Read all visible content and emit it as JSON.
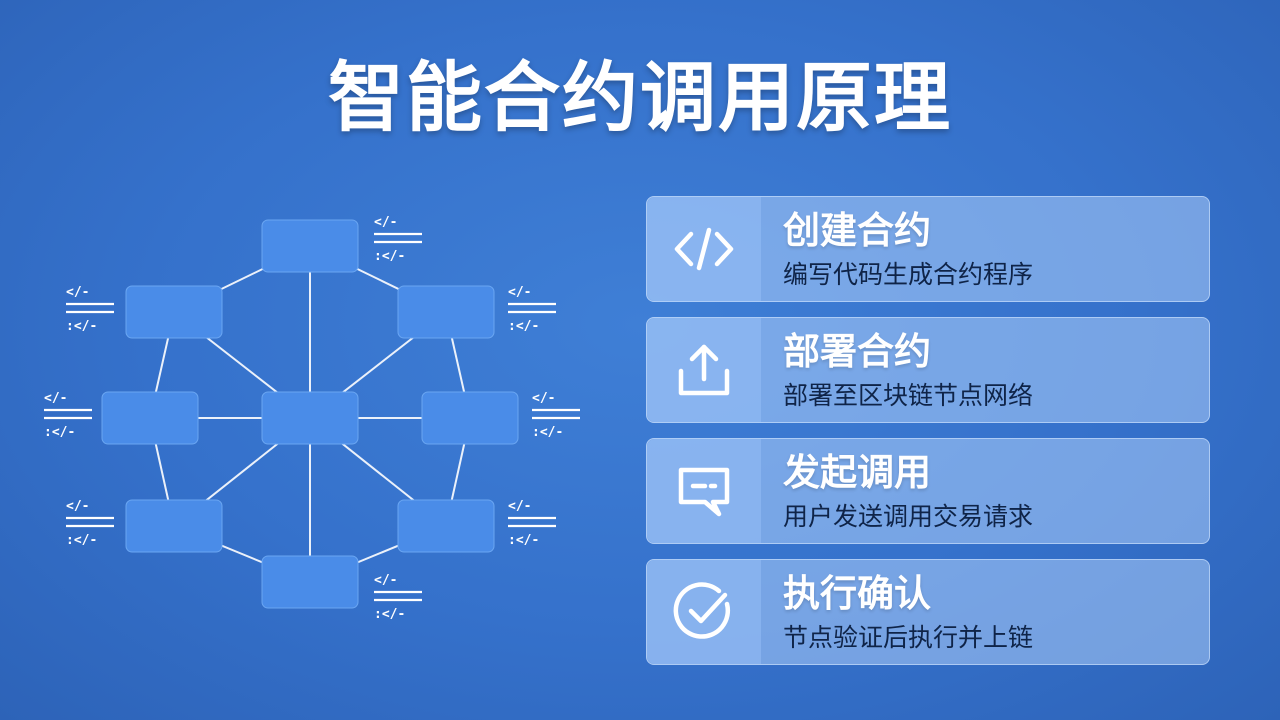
{
  "title": "智能合约调用原理",
  "colors": {
    "background": "#3571cb",
    "node": "#4a8ce8",
    "card": "#a9c9f7",
    "text_dark": "#0f2448"
  },
  "network": {
    "node_count": 9,
    "code_tag_top": "</-",
    "code_tag_bottom": "</-"
  },
  "steps": [
    {
      "icon": "code-icon",
      "name": "创建合约",
      "desc": "编写代码生成合约程序"
    },
    {
      "icon": "upload-icon",
      "name": "部署合约",
      "desc": "部署至区块链节点网络"
    },
    {
      "icon": "message-icon",
      "name": "发起调用",
      "desc": "用户发送调用交易请求"
    },
    {
      "icon": "check-circle-icon",
      "name": "执行确认",
      "desc": "节点验证后执行并上链"
    }
  ]
}
